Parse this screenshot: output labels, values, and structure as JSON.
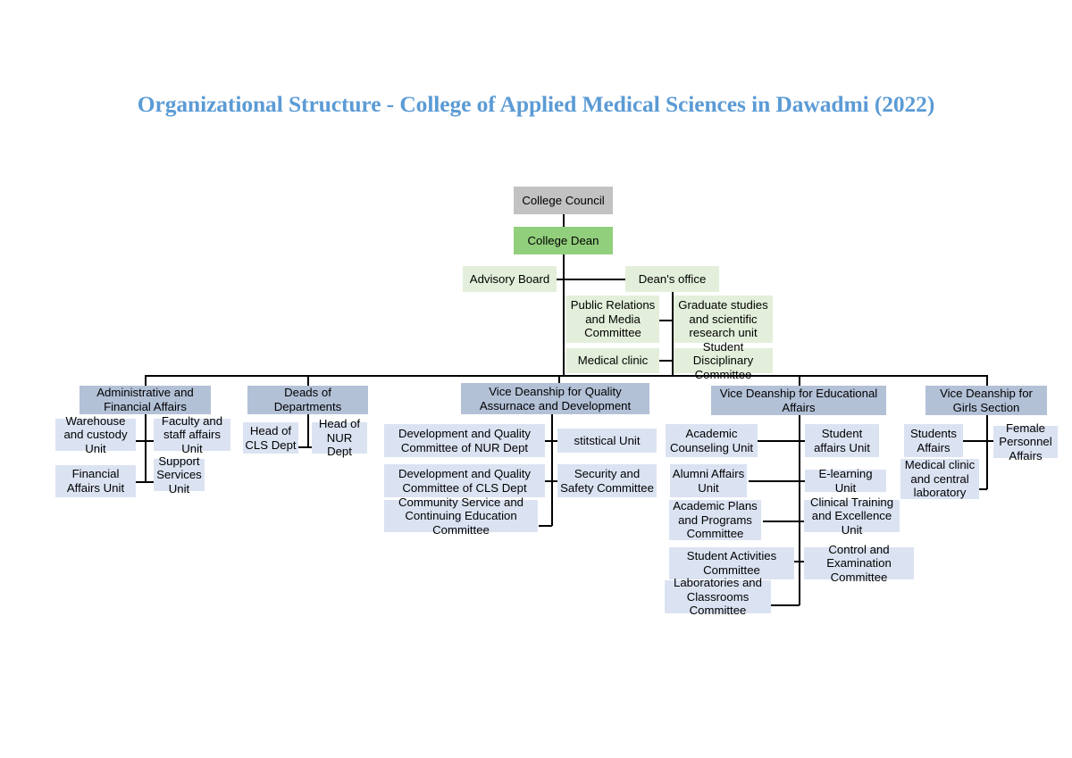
{
  "title": "Organizational Structure - College of Applied Medical Sciences in Dawadmi (2022)",
  "colors": {
    "title": "#5b9bd5",
    "council_gray": "#c2c2c2",
    "dean_green": "#92cf7c",
    "light_green": "#e3efda",
    "branch_header_blue": "#b3c1d7",
    "branch_child_blue": "#dbe3f2",
    "connector": "#000000"
  },
  "top": {
    "college_council": "College Council",
    "college_dean": "College Dean",
    "advisory_board": "Advisory Board",
    "deans_office": "Dean's office"
  },
  "deans_office_children": [
    "Public Relations and Media Committee",
    "Graduate studies and scientific research unit",
    "Medical clinic",
    "Student Disciplinary Committee"
  ],
  "branches": [
    {
      "header": "Administrative and Financial Affairs",
      "children": [
        "Warehouse and custody Unit",
        "Faculty and staff affairs Unit",
        "Financial Affairs Unit",
        "Support Services Unit"
      ]
    },
    {
      "header": "Deads of Departments",
      "children": [
        "Head of CLS Dept",
        "Head of NUR Dept"
      ]
    },
    {
      "header": "Vice Deanship for Quality Assurnace and Development",
      "children": [
        "Development and Quality Committee of  NUR Dept",
        "stitstical Unit",
        "Development and Quality Committee of  CLS Dept",
        "Security and Safety Committee",
        "Community Service and Continuing Education Committee"
      ]
    },
    {
      "header": "Vice Deanship for Educational Affairs",
      "children": [
        "Academic Counseling Unit",
        "Student affairs Unit",
        "Alumni Affairs Unit",
        "E-learning Unit",
        "Academic Plans and Programs Committee",
        "Clinical Training and Excellence Unit",
        "Student Activities Committee",
        "Control and Examination Committee",
        "Laboratories and Classrooms Committee"
      ]
    },
    {
      "header": "Vice Deanship for Girls Section",
      "children": [
        "Students Affairs",
        "Female Personnel Affairs",
        "Medical clinic and central laboratory"
      ]
    }
  ]
}
